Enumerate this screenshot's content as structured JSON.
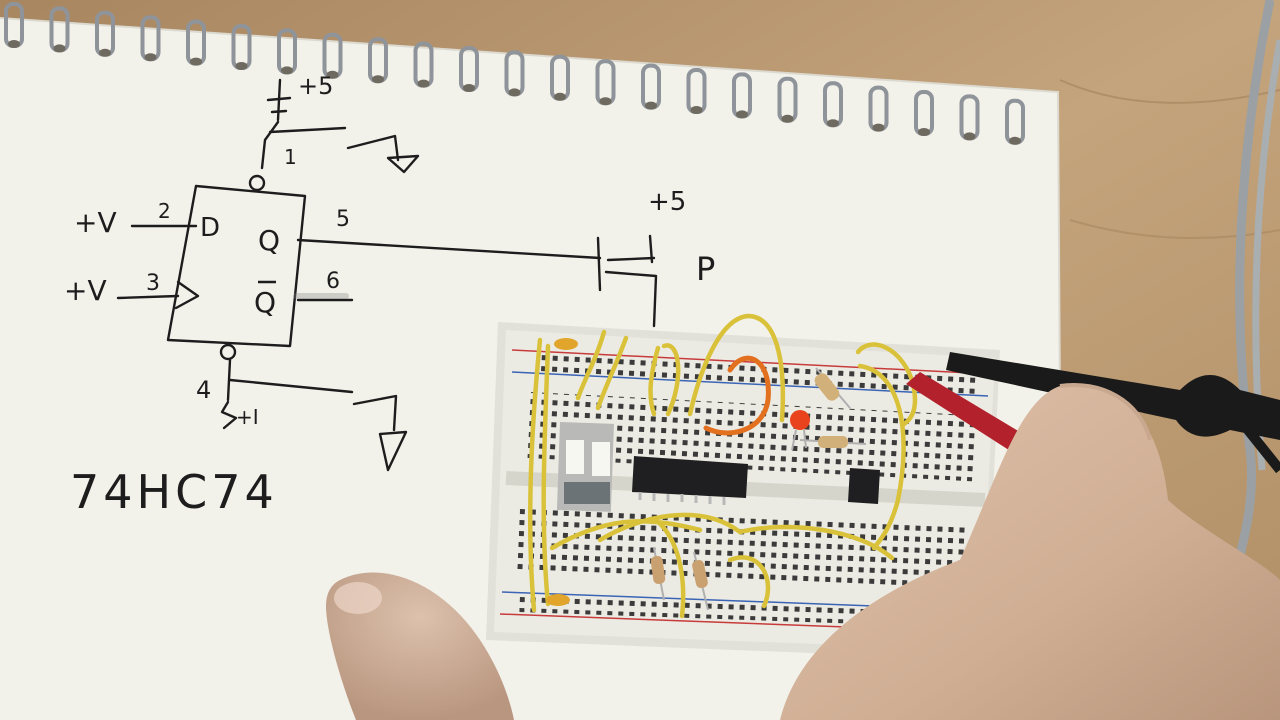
{
  "schematic": {
    "supply_top": "+5",
    "pin1": "1",
    "pin2": "2",
    "pin3": "3",
    "pin4": "4",
    "pin5": "5",
    "pin6": "6",
    "input_d_supply": "+V",
    "input_clk_supply": "+V",
    "label_d": "D",
    "label_q": "Q",
    "label_qbar": "Q",
    "supply_right": "+5",
    "transistor_type": "P",
    "resistor_label": "+I",
    "chip_part_number": "74HC74"
  },
  "colors": {
    "paper": "#f2f1ea",
    "desk": "#b99a74",
    "breadboard": "#ecebe3",
    "jumper_wire": "#d9c23a",
    "led": "#e8431c",
    "probe_red": "#b3222c",
    "probe_black": "#1a1a1a",
    "ink": "#1d1d1d"
  },
  "icons": [
    "spiral-binding-icon",
    "ground-symbol-icon",
    "clock-triangle-icon"
  ]
}
